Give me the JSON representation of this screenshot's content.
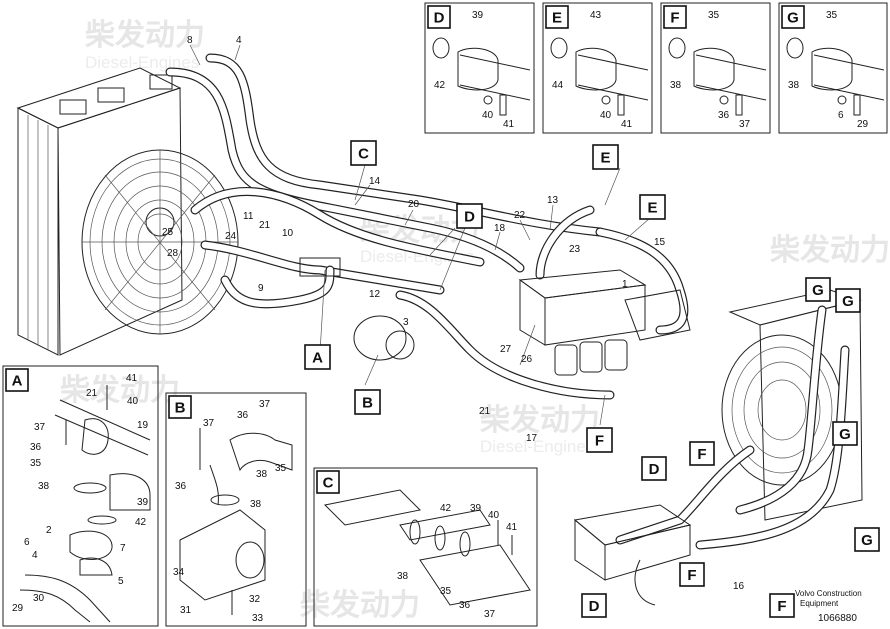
{
  "watermark": {
    "brand_cn": "柴发动力",
    "brand_en": "Diesel-Engines"
  },
  "footer": {
    "company_line1": "Volvo Construction",
    "company_line2": "Equipment",
    "drawing_number": "1066880"
  },
  "detail_views": {
    "D": {
      "letter": "D",
      "parts": [
        "39",
        "42",
        "40",
        "41"
      ]
    },
    "E": {
      "letter": "E",
      "parts": [
        "43",
        "44",
        "40",
        "41"
      ]
    },
    "F": {
      "letter": "F",
      "parts": [
        "35",
        "38",
        "36",
        "37"
      ]
    },
    "G": {
      "letter": "G",
      "parts": [
        "35",
        "38",
        "6",
        "29"
      ]
    },
    "A": {
      "letter": "A",
      "parts": [
        "41",
        "21",
        "40",
        "37",
        "19",
        "36",
        "35",
        "38",
        "39",
        "42",
        "2",
        "7",
        "6",
        "4",
        "5",
        "29",
        "30"
      ]
    },
    "B": {
      "letter": "B",
      "parts": [
        "37",
        "36",
        "37",
        "38",
        "35",
        "36",
        "38",
        "34",
        "32",
        "31",
        "33"
      ]
    },
    "C": {
      "letter": "C",
      "parts": [
        "42",
        "39",
        "40",
        "41",
        "38",
        "35",
        "36",
        "37"
      ]
    }
  },
  "main_callouts": {
    "letters": [
      "C",
      "D",
      "E",
      "E",
      "A",
      "B",
      "F"
    ],
    "numbers": [
      "8",
      "4",
      "14",
      "20",
      "13",
      "22",
      "18",
      "23",
      "15",
      "11",
      "21",
      "10",
      "25",
      "24",
      "28",
      "9",
      "12",
      "3",
      "1",
      "27",
      "26",
      "21",
      "17"
    ]
  },
  "inset_callouts": {
    "letters": [
      "G",
      "G",
      "G",
      "F",
      "D",
      "F",
      "F",
      "D",
      "G"
    ],
    "numbers": [
      "16"
    ]
  }
}
